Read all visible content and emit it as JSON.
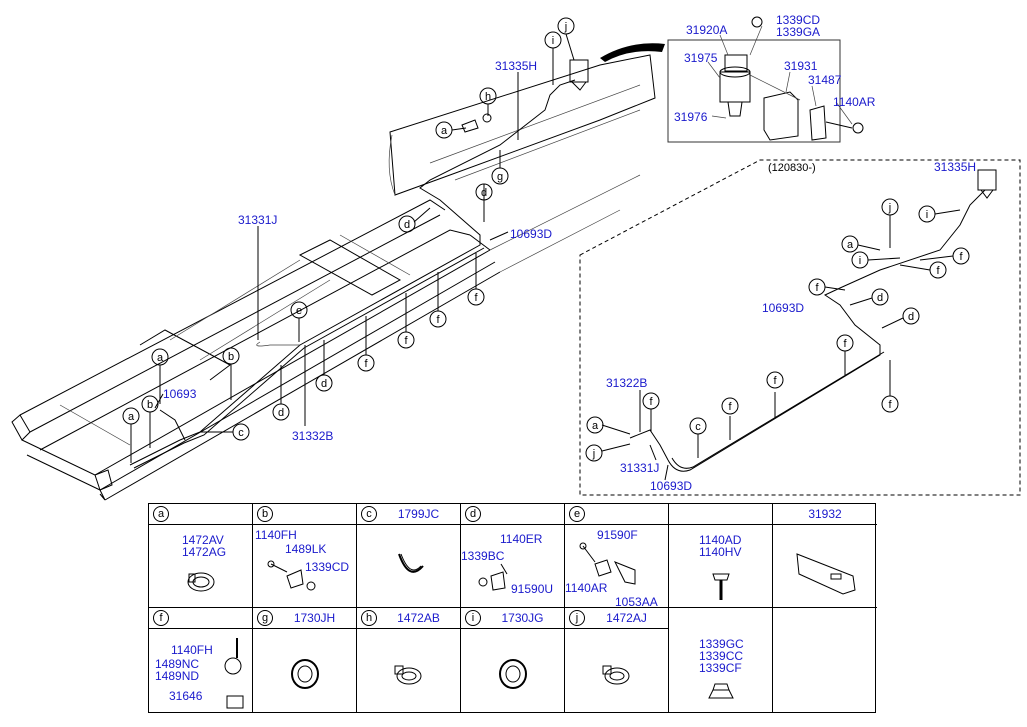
{
  "main": {
    "labels": {
      "l31920A": "31920A",
      "l1339CD": "1339CD",
      "l1339GA": "1339GA",
      "l31975": "31975",
      "l31931": "31931",
      "l31487": "31487",
      "l1140AR": "1140AR",
      "l31976": "31976",
      "l31335H": "31335H",
      "l31331J": "31331J",
      "l10693D": "10693D",
      "l10693": "10693",
      "l31332B": "31332B"
    },
    "callouts": [
      "a",
      "b",
      "c",
      "d",
      "e",
      "f",
      "g",
      "h",
      "i",
      "j"
    ]
  },
  "inset": {
    "date": "(120830-)",
    "labels": {
      "l31335H": "31335H",
      "l10693D_a": "10693D",
      "l31322B": "31322B",
      "l31331J": "31331J",
      "l10693D_b": "10693D"
    }
  },
  "legend": {
    "cells": [
      {
        "letter": "a",
        "title": "",
        "parts": [
          "1472AV",
          "1472AG"
        ]
      },
      {
        "letter": "b",
        "title": "",
        "parts": [
          "1140FH",
          "1489LK",
          "1339CD"
        ]
      },
      {
        "letter": "c",
        "title": "1799JC",
        "parts": []
      },
      {
        "letter": "d",
        "title": "",
        "parts": [
          "1140ER",
          "1339BC",
          "91590U"
        ]
      },
      {
        "letter": "e",
        "title": "",
        "parts": [
          "91590F",
          "1140AR",
          "1053AA"
        ]
      },
      {
        "letter": "",
        "title": "",
        "parts": [
          "1140AD",
          "1140HV"
        ]
      },
      {
        "letter": "",
        "title": "31932",
        "parts": []
      },
      {
        "letter": "f",
        "title": "",
        "parts": [
          "1140FH",
          "1489NC",
          "1489ND",
          "31646"
        ]
      },
      {
        "letter": "g",
        "title": "1730JH",
        "parts": []
      },
      {
        "letter": "h",
        "title": "1472AB",
        "parts": []
      },
      {
        "letter": "i",
        "title": "1730JG",
        "parts": []
      },
      {
        "letter": "j",
        "title": "1472AJ",
        "parts": []
      },
      {
        "letter": "",
        "title": "",
        "parts": [
          "1339GC",
          "1339CC",
          "1339CF"
        ]
      }
    ]
  }
}
